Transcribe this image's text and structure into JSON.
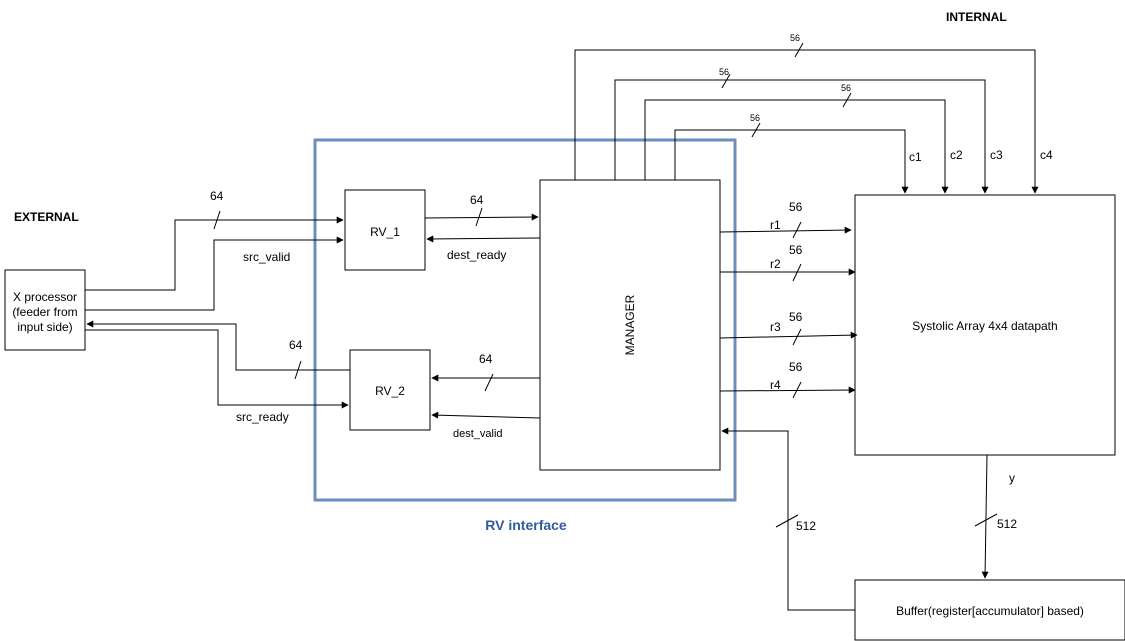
{
  "labels": {
    "external": "EXTERNAL",
    "internal": "INTERNAL",
    "rv_interface": "RV interface"
  },
  "blocks": {
    "x_processor": [
      "X processor",
      "(feeder from",
      "input side)"
    ],
    "rv1": "RV_1",
    "rv2": "RV_2",
    "manager": "MANAGER",
    "systolic": "Systolic Array 4x4 datapath",
    "buffer": "Buffer(register[accumulator] based)"
  },
  "signals": {
    "in_data_width": "64",
    "src_valid": "src_valid",
    "out_data_width": "64",
    "src_ready": "src_ready",
    "rv1_mgr_width": "64",
    "dest_ready": "dest_ready",
    "mgr_rv2_width": "64",
    "dest_valid": "dest_valid",
    "r1": "r1",
    "r1_width": "56",
    "r2": "r2",
    "r2_width": "56",
    "r3": "r3",
    "r3_width": "56",
    "r4": "r4",
    "r4_width": "56",
    "c1": "c1",
    "c1_width": "56",
    "c2": "c2",
    "c2_width": "56",
    "c3": "c3",
    "c3_width": "56",
    "c4": "c4",
    "c4_width": "56",
    "y": "y",
    "y_width": "512",
    "feedback_width": "512"
  },
  "colors": {
    "rv_interface": "#6c8ebf",
    "rv_interface_text": "#2f5c9a"
  }
}
